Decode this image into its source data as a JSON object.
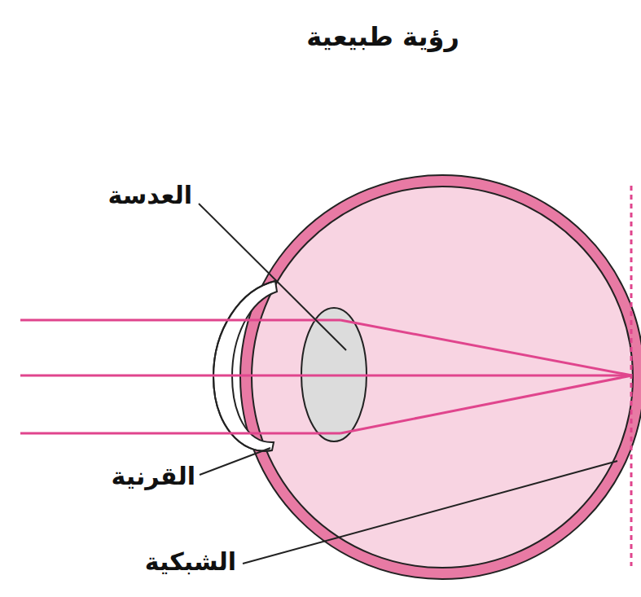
{
  "diagram": {
    "title": "رؤية طبيعية",
    "labels": [
      "العدسة",
      "القرنية",
      "الشبكية"
    ]
  }
}
